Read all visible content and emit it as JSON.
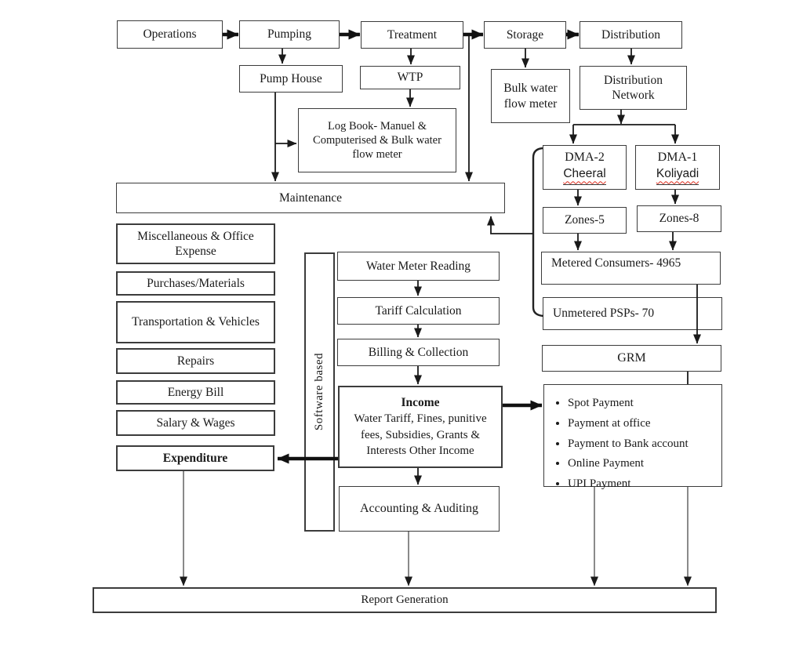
{
  "colors": {
    "ink": "#1a1a1a",
    "spellcheck_red": "#dd2b1c",
    "background": "#ffffff"
  },
  "top_flow": {
    "operations": "Operations",
    "pumping": "Pumping",
    "treatment": "Treatment",
    "storage": "Storage",
    "distribution": "Distribution"
  },
  "process": {
    "pump_house": "Pump House",
    "wtp": "WTP",
    "log_book": "Log Book- Manuel & Computerised & Bulk water flow meter",
    "bulk_meter": "Bulk water flow meter",
    "dist_network": "Distribution Network",
    "maintenance": "Maintenance"
  },
  "dma": {
    "dma2_title": "DMA-2",
    "dma2_sub": "Cheeral",
    "dma1_title": "DMA-1",
    "dma1_sub": "Koliyadi",
    "zones5": "Zones-5",
    "zones8": "Zones-8",
    "metered": "Metered Consumers- 4965",
    "unmetered": "Unmetered PSPs- 70",
    "grm": "GRM"
  },
  "payments": {
    "items": [
      "Spot Payment",
      "Payment at office",
      "Payment to Bank account",
      "Online Payment",
      "UPI Payment"
    ]
  },
  "expenses": {
    "items": [
      "Miscellaneous & Office Expense",
      "Purchases/Materials",
      "Transportation & Vehicles",
      "Repairs",
      "Energy Bill",
      "Salary & Wages"
    ],
    "expenditure": "Expenditure"
  },
  "billing": {
    "software_based": "Software based",
    "water_meter_reading": "Water Meter Reading",
    "tariff_calculation": "Tariff Calculation",
    "billing_collection": "Billing & Collection",
    "income_title": "Income",
    "income_body": "Water Tariff, Fines, punitive fees, Subsidies, Grants & Interests Other Income",
    "accounting": "Accounting & Auditing"
  },
  "report": {
    "label": "Report Generation"
  }
}
